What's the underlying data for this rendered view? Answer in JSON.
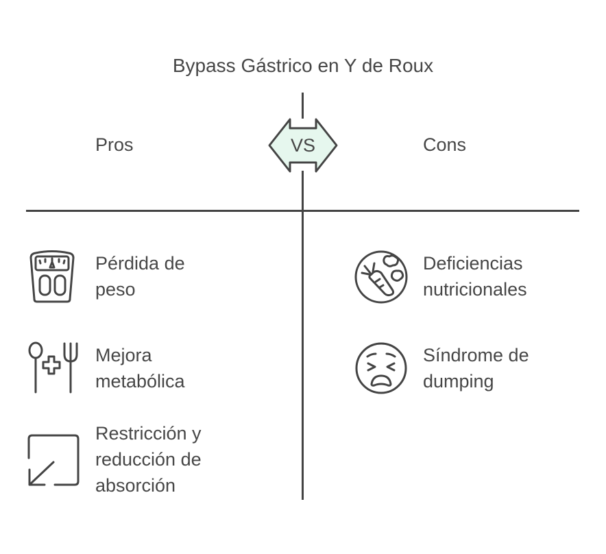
{
  "title": "Bypass Gástrico en Y de Roux",
  "vs": "VS",
  "colors": {
    "badge_fill": "#e6f7ee",
    "stroke": "#444444"
  },
  "pros": {
    "heading": "Pros",
    "items": [
      {
        "label": "Pérdida de\npeso",
        "icon": "scale-icon"
      },
      {
        "label": "Mejora\nmetabólica",
        "icon": "utensils-health-icon"
      },
      {
        "label": "Restricción y\nreducción de\nabsorción",
        "icon": "shrink-arrow-icon"
      }
    ]
  },
  "cons": {
    "heading": "Cons",
    "items": [
      {
        "label": "Deficiencias\nnutricionales",
        "icon": "vegetables-icon"
      },
      {
        "label": "Síndrome de\ndumping",
        "icon": "distressed-face-icon"
      }
    ]
  }
}
